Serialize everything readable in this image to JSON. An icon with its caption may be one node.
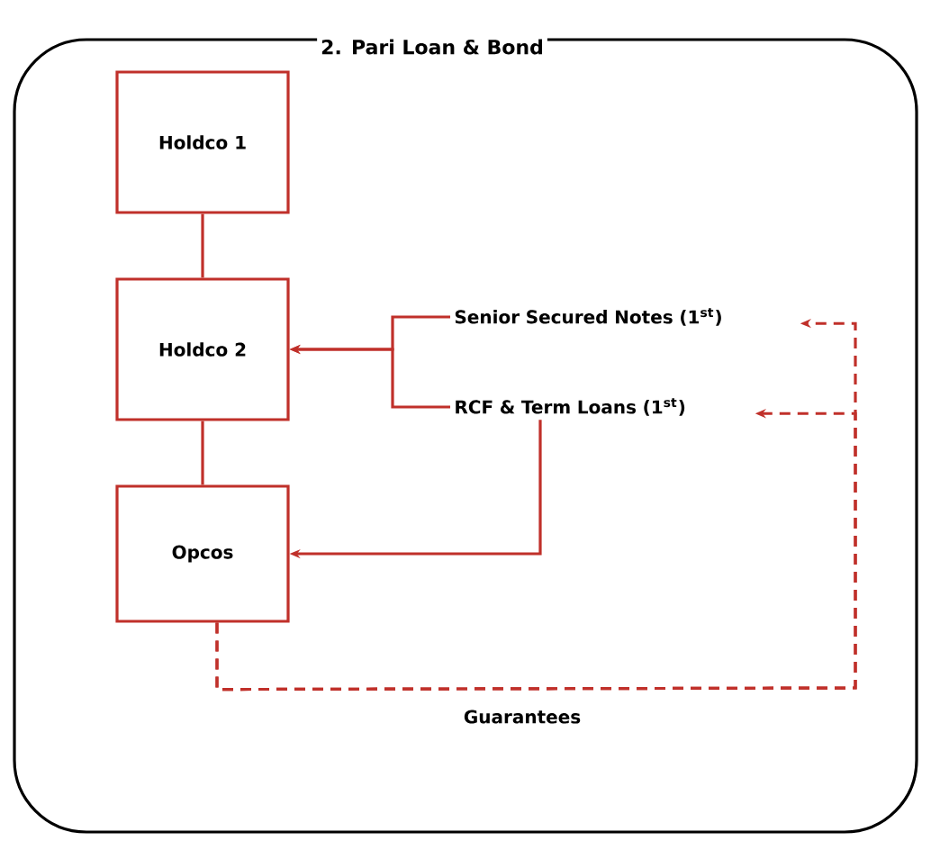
{
  "diagram": {
    "title": "2. Pari Loan & Bond",
    "nodes": [
      {
        "text": [
          "Holdco 1"
        ]
      },
      {
        "text": [
          "Holdco 2"
        ]
      },
      {
        "text": [
          "Opcos"
        ]
      },
      {
        "text": [
          "Senior Secured Notes (1$^{st}$)"
        ]
      },
      {
        "text": [
          "RCF & Term Loans (1$^{st}$)"
        ]
      }
    ],
    "edges": [
      {
        "from": 0,
        "to": 1,
        "arrow": "none"
      },
      {
        "from": 1,
        "to": 2,
        "arrow": "none"
      },
      {
        "from": 3,
        "to": 1,
        "arrow": "to"
      },
      {
        "from": 4,
        "to": 1,
        "arrow": "to"
      },
      {
        "from": 4,
        "to": 2,
        "arrow": "to"
      },
      {
        "from": 2,
        "to": 3,
        "arrow": "to",
        "style": "dashed"
      },
      {
        "from": 2,
        "to": 4,
        "arrow": "to",
        "style": "dashed"
      }
    ],
    "labels": [
      "Guarantees"
    ]
  }
}
